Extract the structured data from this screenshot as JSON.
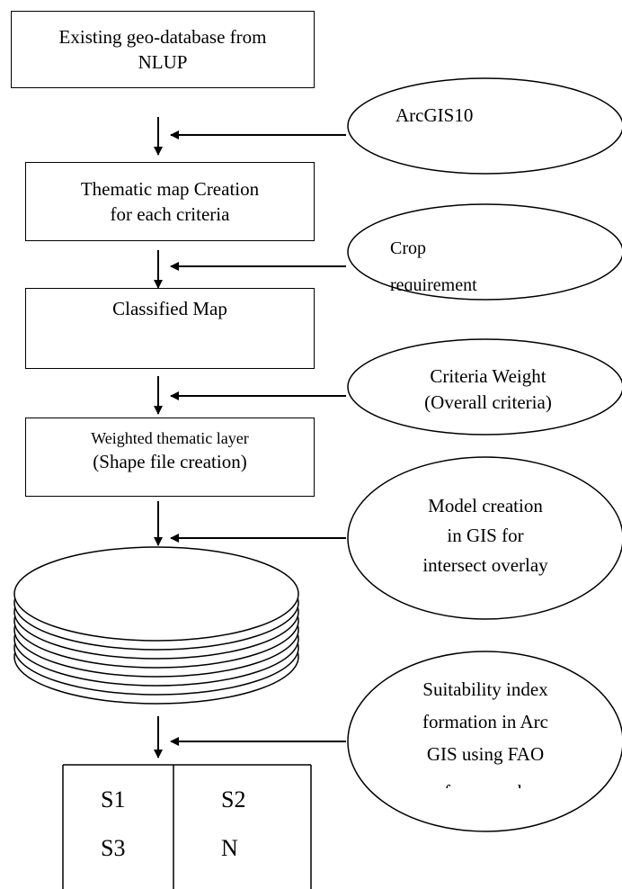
{
  "boxes": {
    "existing_db": {
      "line1": "Existing geo-database from",
      "line2": "NLUP"
    },
    "thematic_map": {
      "line1": "Thematic map Creation",
      "line2": "for each criteria"
    },
    "classified_map": {
      "line1": "Classified Map"
    },
    "weighted_layer": {
      "line1": "Weighted thematic layer",
      "line2": "(Shape file creation)"
    }
  },
  "ovals": {
    "arcgis": {
      "line1": "ArcGIS10"
    },
    "crop": {
      "line1": "Crop",
      "line2": "requirement"
    },
    "criteria_weight": {
      "line1": "Criteria Weight",
      "line2": "(Overall criteria)"
    },
    "model": {
      "line1": "Model creation",
      "line2": "in GIS for",
      "line3": "intersect overlay"
    },
    "suitability": {
      "line1": "Suitability index",
      "line2": "formation in Arc",
      "line3": "GIS using FAO",
      "line4": "framework"
    }
  },
  "result_table": {
    "cells": [
      "S1",
      "S2",
      "S3",
      "N"
    ]
  }
}
